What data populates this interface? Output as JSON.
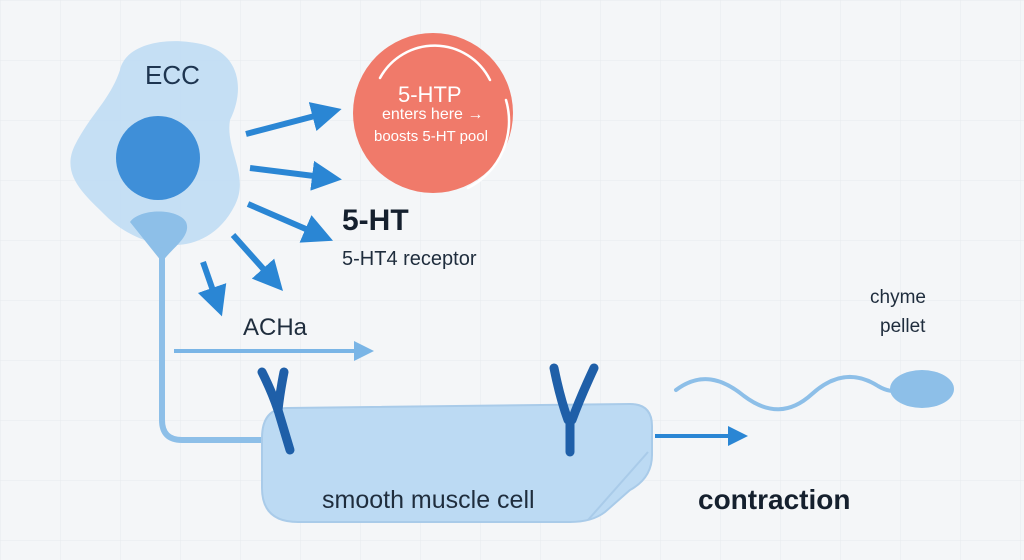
{
  "labels": {
    "ecc": "ECC",
    "circle_title": "5-HTP",
    "circle_line2": "enters here →",
    "circle_line3": "boosts 5-HT pool",
    "serotonin": "5-HT",
    "receptor": "5-HT4 receptor",
    "acetylcholine": "ACHa",
    "chyme": "chyme",
    "pellet": "pellet",
    "smooth_muscle": "smooth muscle cell",
    "contraction": "contraction"
  },
  "colors": {
    "background": "#f4f6f8",
    "cell_fill": "#bcdaf3",
    "nucleus": "#3f8fd8",
    "arrow": "#2a86d4",
    "receptor": "#1f5fa8",
    "circle": "#f07a6a"
  }
}
